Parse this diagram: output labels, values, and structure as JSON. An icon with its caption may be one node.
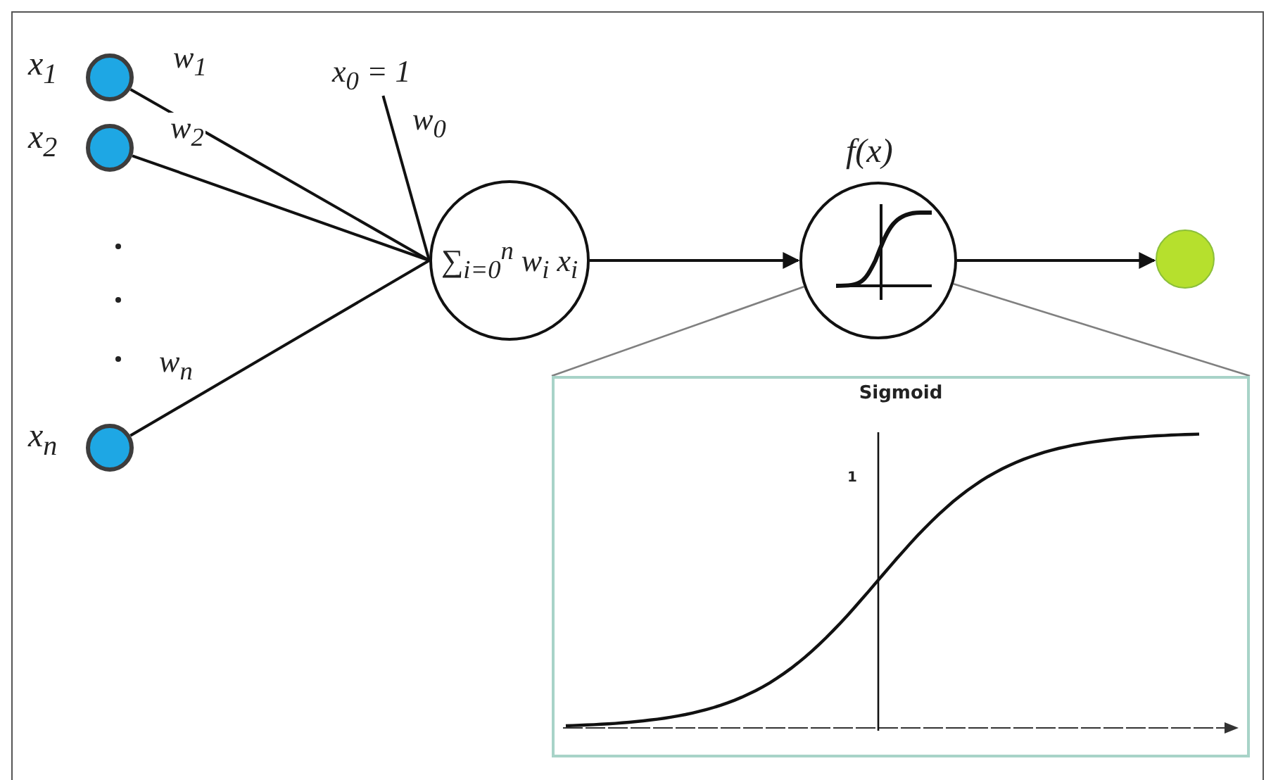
{
  "diagram": {
    "nodes": [
      {
        "text": [],
        "shape": "circle",
        "beside": [
          "x$_{1}$"
        ]
      },
      {
        "text": [],
        "shape": "circle",
        "beside": [
          "x$_{2}$"
        ]
      },
      {
        "text": [],
        "shape": "circle",
        "beside": [
          "x$_{n}$"
        ]
      },
      {
        "text": [
          "x$_{0}$ = 1"
        ]
      },
      {
        "text": [
          "∑$_{i=0}$$^{n}$ w$_{i}$ x$_{i}$"
        ]
      },
      {
        "text": [],
        "shape": "circle",
        "beside": [
          "f(x)"
        ]
      },
      {
        "text": [],
        "shape": "circle"
      },
      {
        "text": [
          "Sigmoid"
        ]
      }
    ],
    "edges": [
      {
        "from": 0,
        "to": 4,
        "arrow": "none",
        "label": "w$_{1}$"
      },
      {
        "from": 1,
        "to": 4,
        "arrow": "none",
        "label": "w$_{2}$"
      },
      {
        "from": 3,
        "to": 4,
        "arrow": "none",
        "label": "w$_{0}$"
      },
      {
        "from": 2,
        "to": 4,
        "arrow": "none",
        "label": "w$_{n}$"
      },
      {
        "from": 4,
        "to": 5,
        "arrow": "to"
      },
      {
        "from": 5,
        "to": 6,
        "arrow": "to"
      },
      {
        "from": 5,
        "to": 7,
        "arrow": "none",
        "color": "#808080"
      },
      {
        "from": 5,
        "to": 7,
        "arrow": "none",
        "color": "#808080"
      }
    ],
    "labels": [
      "1"
    ]
  }
}
